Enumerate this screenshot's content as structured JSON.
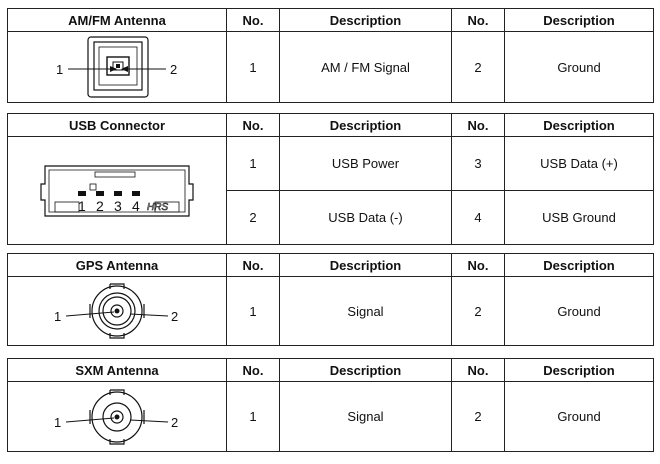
{
  "headers": {
    "no": "No.",
    "description": "Description"
  },
  "sections": [
    {
      "title": "AM/FM Antenna",
      "callouts": [
        "1",
        "2"
      ],
      "rows": [
        {
          "no1": "1",
          "desc1": "AM / FM Signal",
          "no2": "2",
          "desc2": "Ground"
        }
      ]
    },
    {
      "title": "USB Connector",
      "pins": [
        "1",
        "2",
        "3",
        "4"
      ],
      "logo_text": "HRS",
      "rows": [
        {
          "no1": "1",
          "desc1": "USB Power",
          "no2": "3",
          "desc2": "USB Data (+)"
        },
        {
          "no1": "2",
          "desc1": "USB Data (-)",
          "no2": "4",
          "desc2": "USB Ground"
        }
      ]
    },
    {
      "title": "GPS Antenna",
      "callouts": [
        "1",
        "2"
      ],
      "rows": [
        {
          "no1": "1",
          "desc1": "Signal",
          "no2": "2",
          "desc2": "Ground"
        }
      ]
    },
    {
      "title": "SXM Antenna",
      "callouts": [
        "1",
        "2"
      ],
      "rows": [
        {
          "no1": "1",
          "desc1": "Signal",
          "no2": "2",
          "desc2": "Ground"
        }
      ]
    }
  ]
}
